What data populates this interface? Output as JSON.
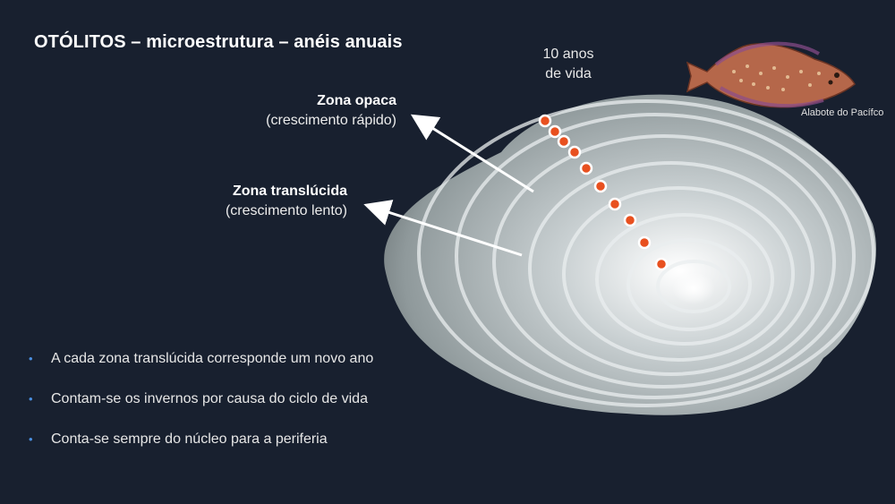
{
  "title": "OTÓLITOS – microestrutura – anéis anuais",
  "years_label": [
    "10 anos",
    "de vida"
  ],
  "zones": {
    "opaque": {
      "name": "Zona opaca",
      "desc": "(crescimento rápido)"
    },
    "translucent": {
      "name": "Zona translúcida",
      "desc": "(crescimento lento)"
    }
  },
  "fish_caption": "Alabote do Pacífco",
  "bullets": [
    "A cada zona translúcida corresponde um novo ano",
    "Contam-se os invernos por causa do ciclo de vida",
    "Conta-se sempre do núcleo para a periferia"
  ],
  "colors": {
    "background": "#18202f",
    "ring_marker": "#e8501f",
    "bullet": "#4a8fe0"
  },
  "images": [
    "otolith-image",
    "halibut-fish-illustration"
  ]
}
